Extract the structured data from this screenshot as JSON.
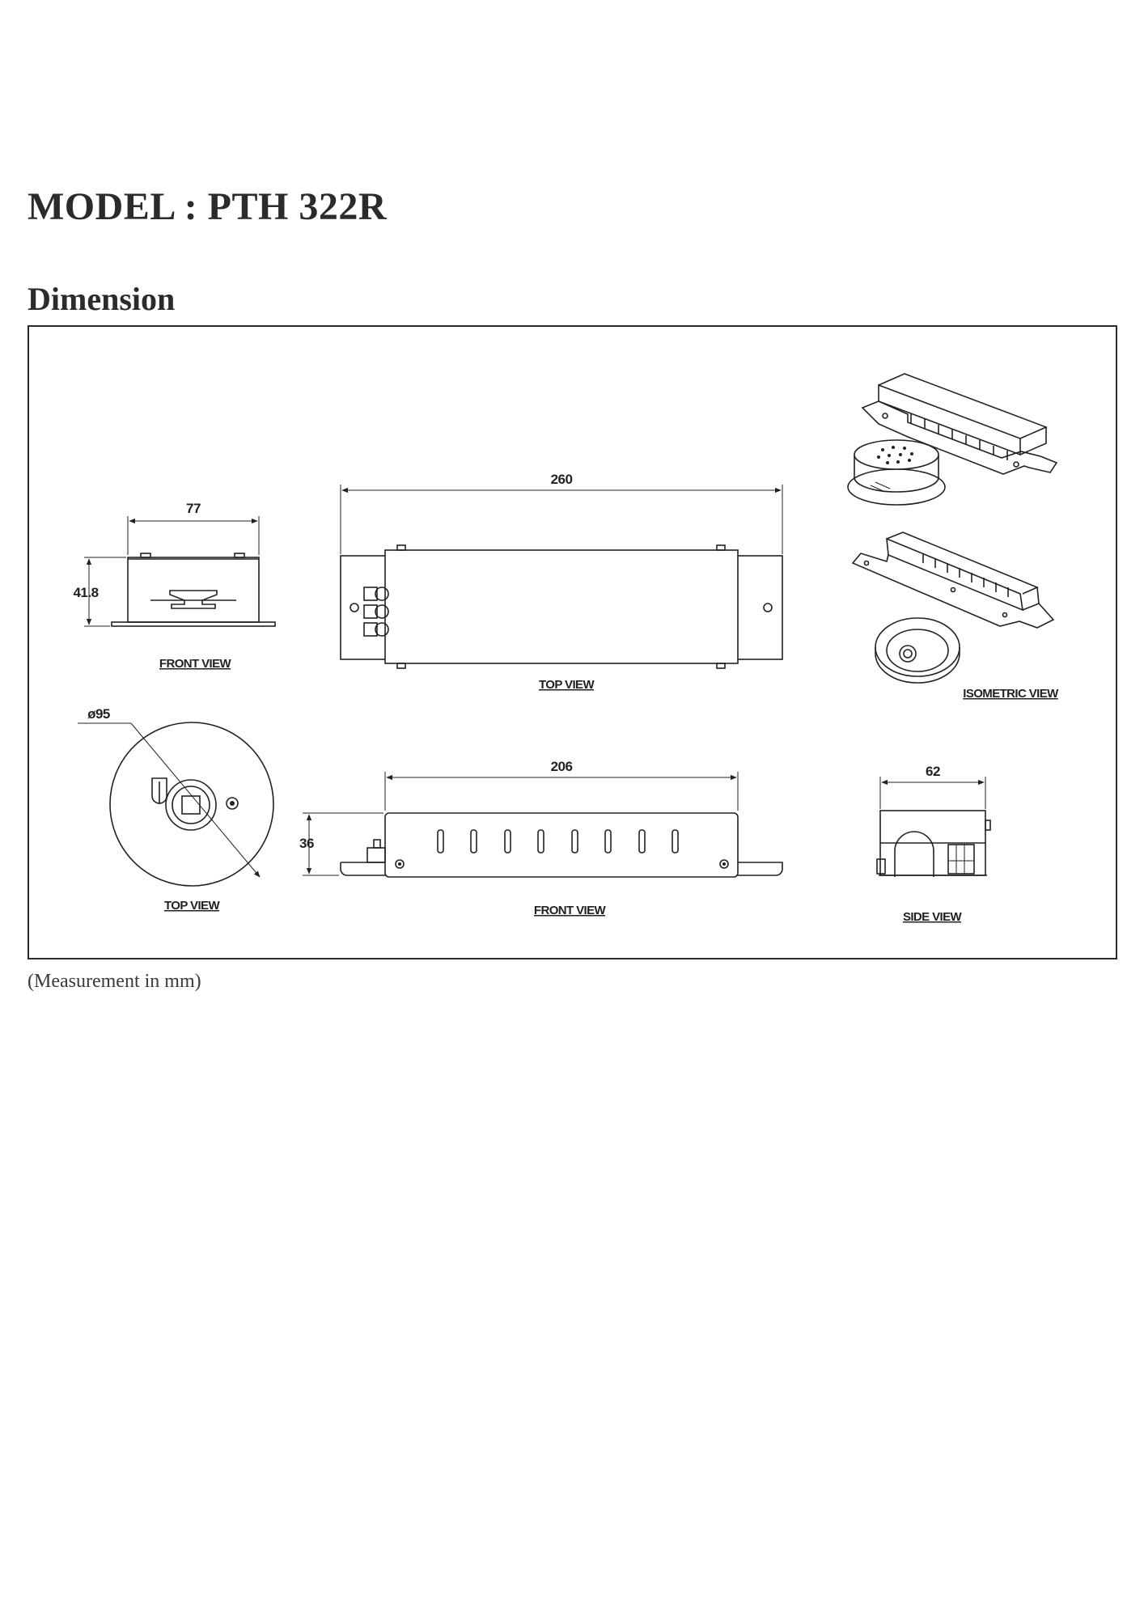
{
  "page": {
    "title": "MODEL : PTH 322R",
    "section": "Dimension",
    "footnote": "(Measurement in mm)"
  },
  "drawing": {
    "views": {
      "sensor_front": "FRONT VIEW",
      "driver_top": "TOP VIEW",
      "isometric": "ISOMETRIC VIEW",
      "sensor_top": "TOP VIEW",
      "driver_front": "FRONT VIEW",
      "driver_side": "SIDE VIEW"
    },
    "dimensions": {
      "sensor_width": "77",
      "sensor_height": "41.8",
      "driver_length": "260",
      "sensor_diameter": "ø95",
      "driver_body_length": "206",
      "driver_height": "36",
      "driver_width": "62"
    }
  }
}
